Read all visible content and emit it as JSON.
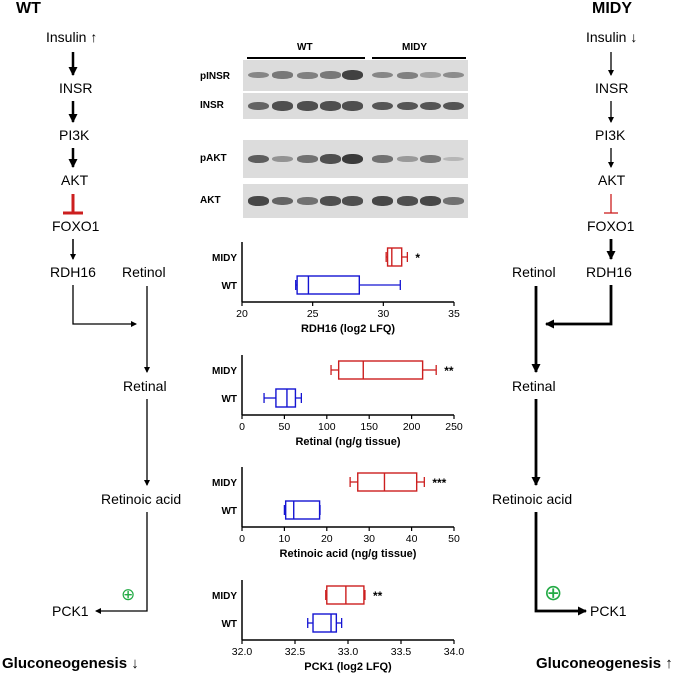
{
  "left_pathway": {
    "header": "WT",
    "insulin": "Insulin ↑",
    "insr": "INSR",
    "pi3k": "PI3K",
    "akt": "AKT",
    "foxo1": "FOXO1",
    "rdh16": "RDH16",
    "retinol": "Retinol",
    "retinal": "Retinal",
    "retinoic_acid": "Retinoic acid",
    "pck1": "PCK1",
    "gluconeogenesis": "Gluconeogenesis ↓"
  },
  "right_pathway": {
    "header": "MIDY",
    "insulin": "Insulin ↓",
    "insr": "INSR",
    "pi3k": "PI3K",
    "akt": "AKT",
    "foxo1": "FOXO1",
    "rdh16": "RDH16",
    "retinol": "Retinol",
    "retinal": "Retinal",
    "retinoic_acid": "Retinoic acid",
    "pck1": "PCK1",
    "gluconeogenesis": "Gluconeogenesis ↑"
  },
  "western_blot": {
    "group_wt": "WT",
    "group_midy": "MIDY",
    "panels": [
      {
        "label": "pINSR",
        "intensity": [
          0.45,
          0.55,
          0.5,
          0.55,
          0.95,
          0.45,
          0.5,
          0.25,
          0.4
        ]
      },
      {
        "label": "INSR",
        "intensity": [
          0.7,
          0.85,
          0.85,
          0.85,
          0.85,
          0.8,
          0.8,
          0.8,
          0.8
        ]
      },
      {
        "label": "pAKT",
        "intensity": [
          0.75,
          0.35,
          0.6,
          0.85,
          1.0,
          0.6,
          0.3,
          0.55,
          0.1
        ]
      },
      {
        "label": "AKT",
        "intensity": [
          0.9,
          0.7,
          0.6,
          0.85,
          0.85,
          0.9,
          0.85,
          0.9,
          0.6
        ]
      }
    ]
  },
  "colors": {
    "wt": "#1414d2",
    "midy": "#cc1f1f",
    "inhibit": "#cc1f1f",
    "activate": "#22aa44"
  },
  "chart_data": [
    {
      "type": "boxplot",
      "xlabel": "RDH16 (log2 LFQ)",
      "xlim": [
        20,
        35
      ],
      "xticks": [
        "20",
        "25",
        "30",
        "35"
      ],
      "categories": [
        "MIDY",
        "WT"
      ],
      "boxes": [
        {
          "name": "MIDY",
          "min": 30.2,
          "q1": 30.3,
          "median": 30.6,
          "q3": 31.3,
          "max": 31.7,
          "significance": "*"
        },
        {
          "name": "WT",
          "min": 23.8,
          "q1": 23.9,
          "median": 24.7,
          "q3": 28.3,
          "max": 31.2,
          "significance": ""
        }
      ]
    },
    {
      "type": "boxplot",
      "xlabel": "Retinal (ng/g tissue)",
      "xlim": [
        0,
        250
      ],
      "xticks": [
        "0",
        "50",
        "100",
        "150",
        "200",
        "250"
      ],
      "categories": [
        "MIDY",
        "WT"
      ],
      "boxes": [
        {
          "name": "MIDY",
          "min": 105,
          "q1": 114,
          "median": 143,
          "q3": 213,
          "max": 229,
          "significance": "**"
        },
        {
          "name": "WT",
          "min": 26,
          "q1": 40,
          "median": 53,
          "q3": 63,
          "max": 70,
          "significance": ""
        }
      ]
    },
    {
      "type": "boxplot",
      "xlabel": "Retinoic acid (ng/g tissue)",
      "xlim": [
        0,
        50
      ],
      "xticks": [
        "0",
        "10",
        "20",
        "30",
        "40",
        "50"
      ],
      "categories": [
        "MIDY",
        "WT"
      ],
      "boxes": [
        {
          "name": "MIDY",
          "min": 25.5,
          "q1": 27.3,
          "median": 33.6,
          "q3": 41.2,
          "max": 43.0,
          "significance": "***"
        },
        {
          "name": "WT",
          "min": 10.0,
          "q1": 10.3,
          "median": 12.2,
          "q3": 18.3,
          "max": 18.4,
          "significance": ""
        }
      ]
    },
    {
      "type": "boxplot",
      "xlabel": "PCK1 (log2 LFQ)",
      "xlim": [
        32.0,
        34.0
      ],
      "xticks": [
        "32.0",
        "32.5",
        "33.0",
        "33.5",
        "34.0"
      ],
      "categories": [
        "MIDY",
        "WT"
      ],
      "boxes": [
        {
          "name": "MIDY",
          "min": 32.79,
          "q1": 32.8,
          "median": 32.98,
          "q3": 33.15,
          "max": 33.16,
          "significance": "**"
        },
        {
          "name": "WT",
          "min": 32.62,
          "q1": 32.67,
          "median": 32.84,
          "q3": 32.89,
          "max": 32.94,
          "significance": ""
        }
      ]
    }
  ]
}
